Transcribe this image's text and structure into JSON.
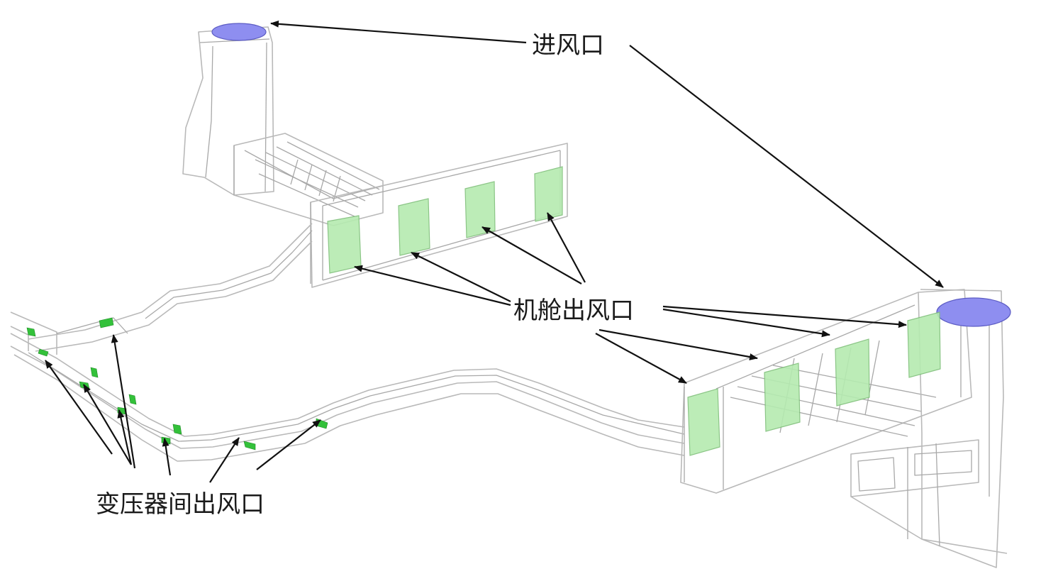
{
  "labels": {
    "inlet": "进风口",
    "cabin_outlet": "机舱出风口",
    "transformer_outlet": "变压器间出风口"
  },
  "colors": {
    "inlet_fill": "#8e8ef0",
    "cabin_outlet_fill": "#b5ebb0",
    "transformer_outlet_fill": "#33c13a",
    "wireframe": "#b9b9b9",
    "arrow": "#111111"
  }
}
